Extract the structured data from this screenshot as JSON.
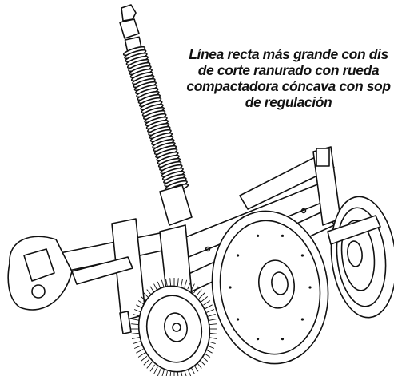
{
  "caption": {
    "lines": [
      "Línea recta más grande con dis",
      "de corte ranurado con rueda",
      "compactadora cóncava con sop",
      "de regulación"
    ]
  },
  "colors": {
    "ink": "#111111",
    "background": "#ffffff"
  },
  "icons": [
    "planter-row-unit-drawing"
  ]
}
